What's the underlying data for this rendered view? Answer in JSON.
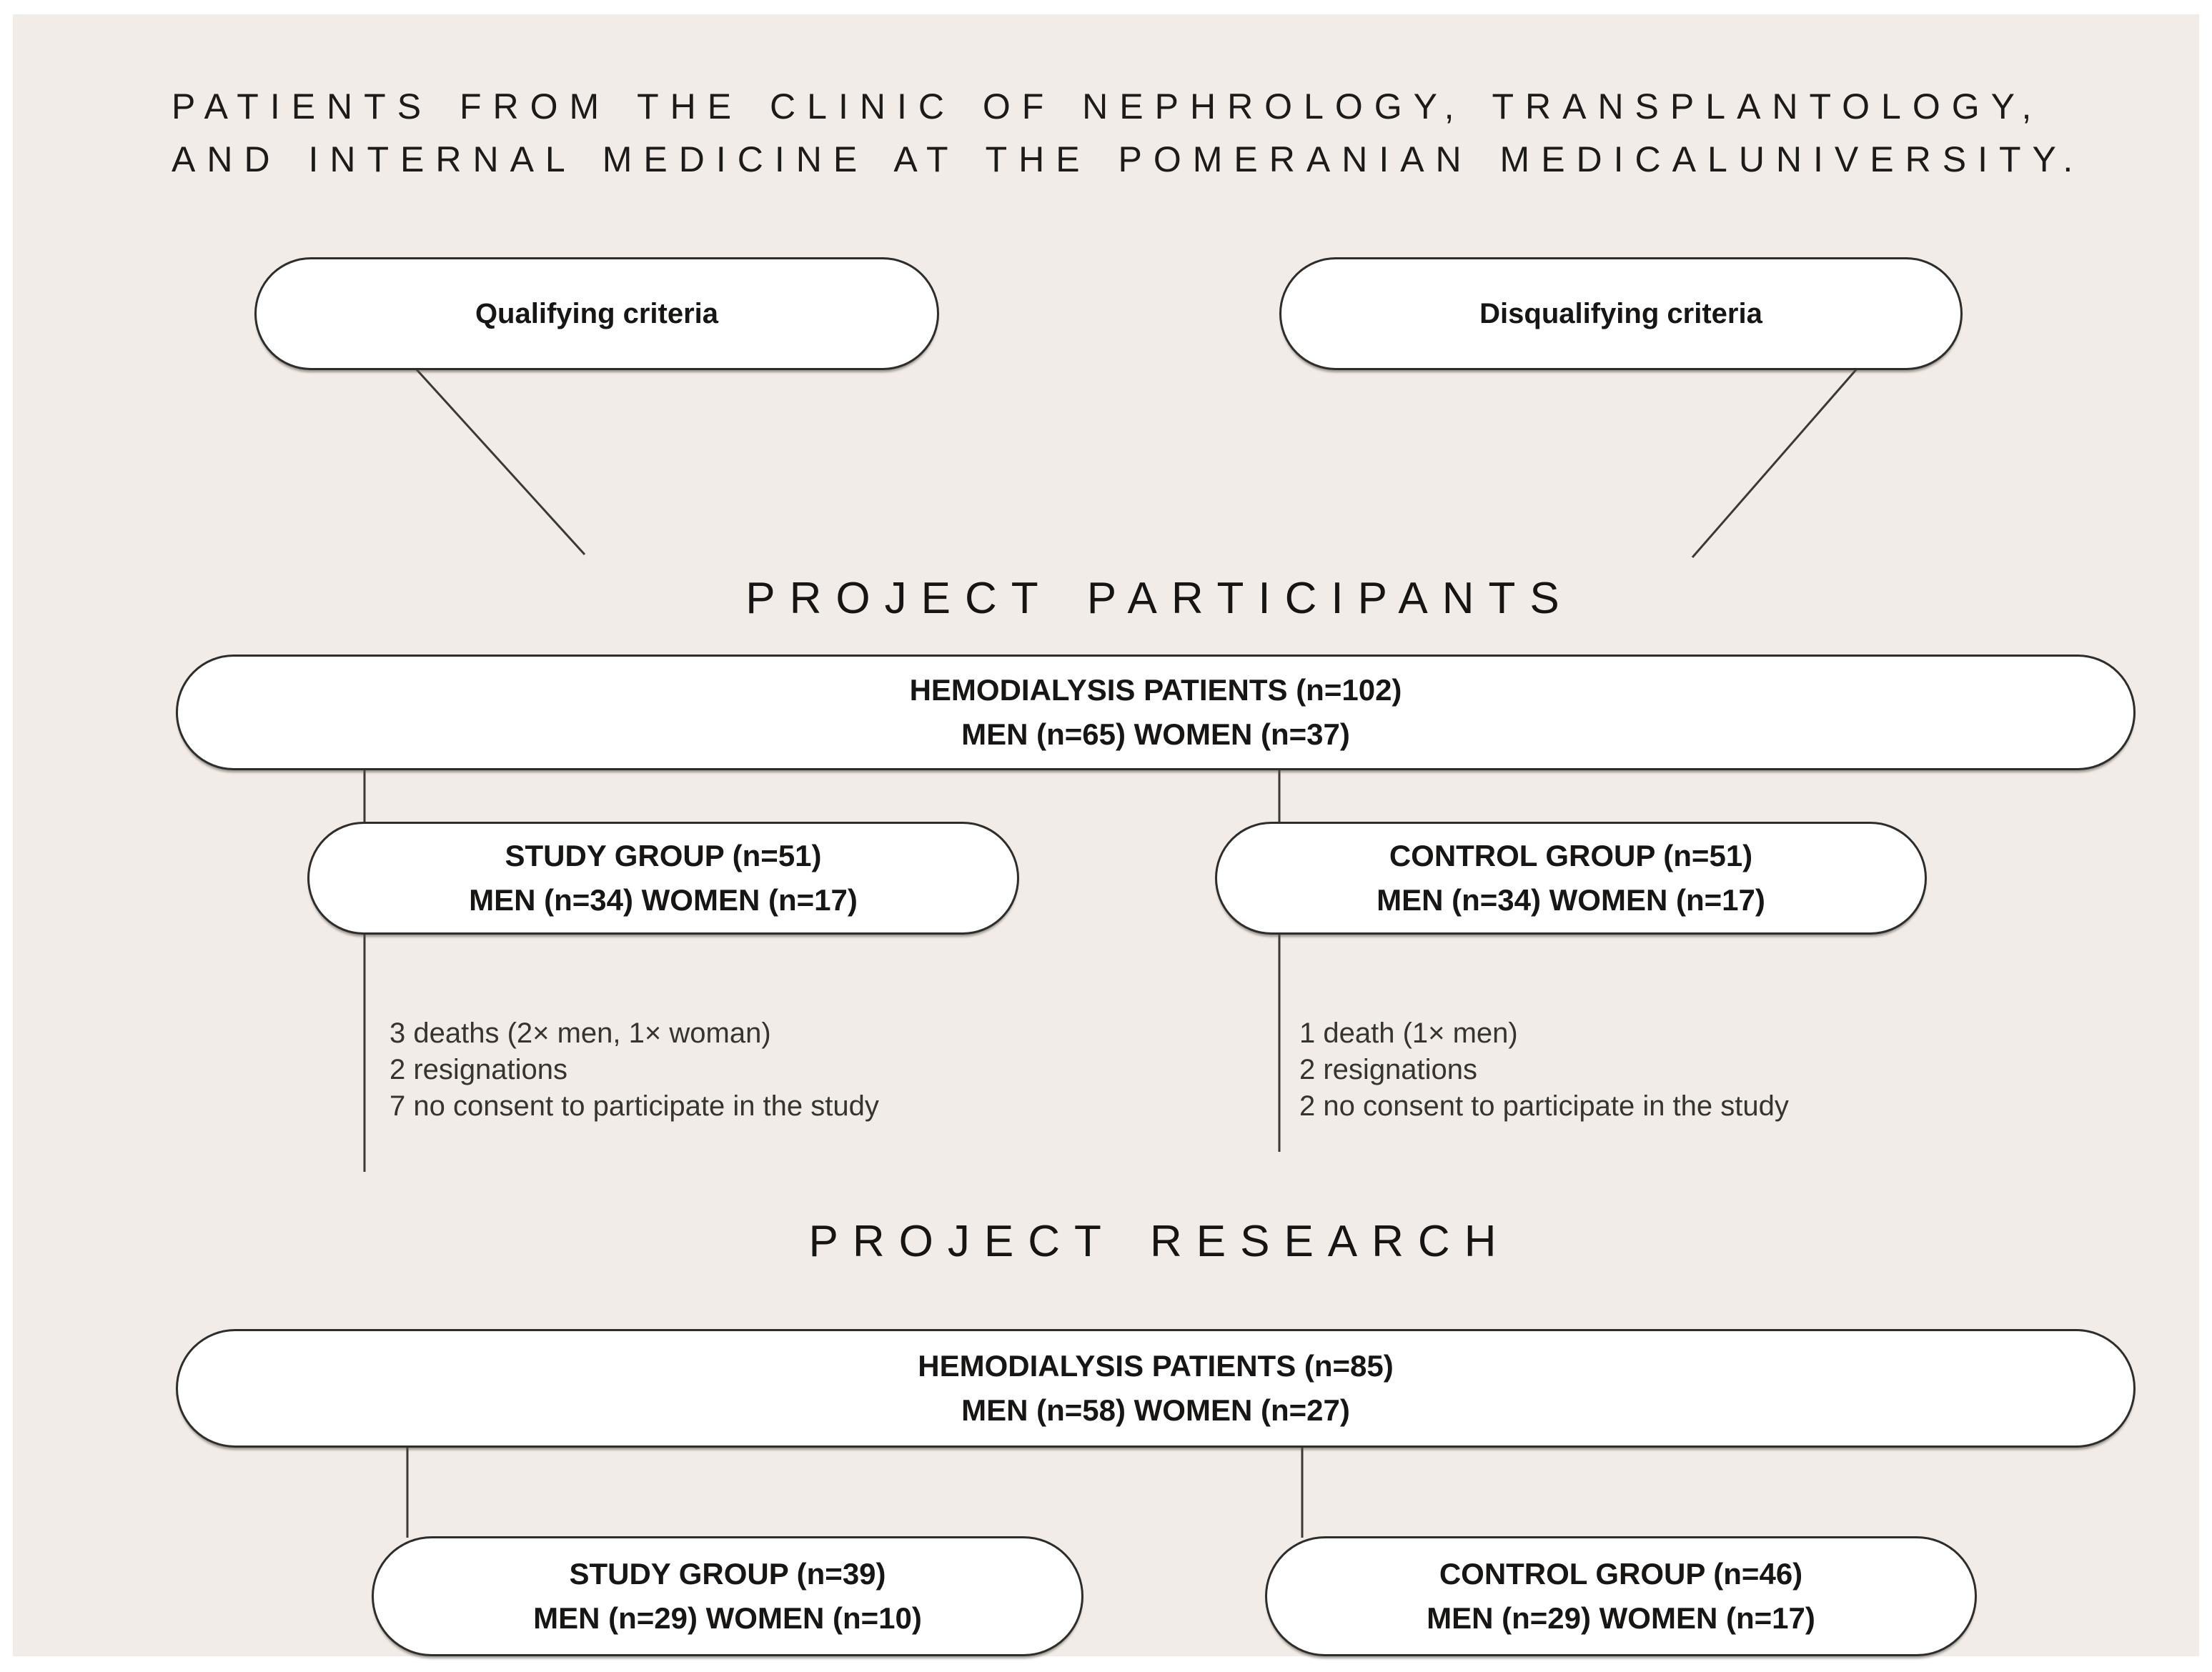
{
  "title": {
    "line1": "PATIENTS FROM THE CLINIC OF NEPHROLOGY, TRANSPLANTOLOGY,",
    "line2": "AND INTERNAL MEDICINE AT THE POMERANIAN MEDICALUNIVERSITY."
  },
  "criteria": {
    "qualifying_label": "Qualifying criteria",
    "disqualifying_label": "Disqualifying criteria"
  },
  "participants": {
    "heading": "PROJECT PARTICIPANTS",
    "main": {
      "line1": "HEMODIALYSIS PATIENTS (n=102)",
      "line2": "MEN (n=65) WOMEN (n=37)"
    },
    "study": {
      "line1": "STUDY GROUP (n=51)",
      "line2": "MEN (n=34) WOMEN (n=17)"
    },
    "control": {
      "line1": "CONTROL GROUP (n=51)",
      "line2": "MEN (n=34) WOMEN (n=17)"
    },
    "study_losses": [
      "3 deaths (2× men, 1× woman)",
      "2 resignations",
      "7 no consent to participate in the study"
    ],
    "control_losses": [
      "1 death (1× men)",
      "2 resignations",
      "2 no consent to participate in the study"
    ]
  },
  "research": {
    "heading": "PROJECT RESEARCH",
    "main": {
      "line1": "HEMODIALYSIS PATIENTS (n=85)",
      "line2": "MEN (n=58) WOMEN (n=27)"
    },
    "study": {
      "line1": "STUDY GROUP (n=39)",
      "line2": "MEN (n=29) WOMEN (n=10)"
    },
    "control": {
      "line1": "CONTROL GROUP (n=46)",
      "line2": "MEN (n=29) WOMEN (n=17)"
    }
  },
  "colors": {
    "background": "#f1ece7",
    "box_fill": "#ffffff",
    "box_border": "#2f2d2b",
    "line": "#3b3936",
    "text": "#1c1b19"
  }
}
